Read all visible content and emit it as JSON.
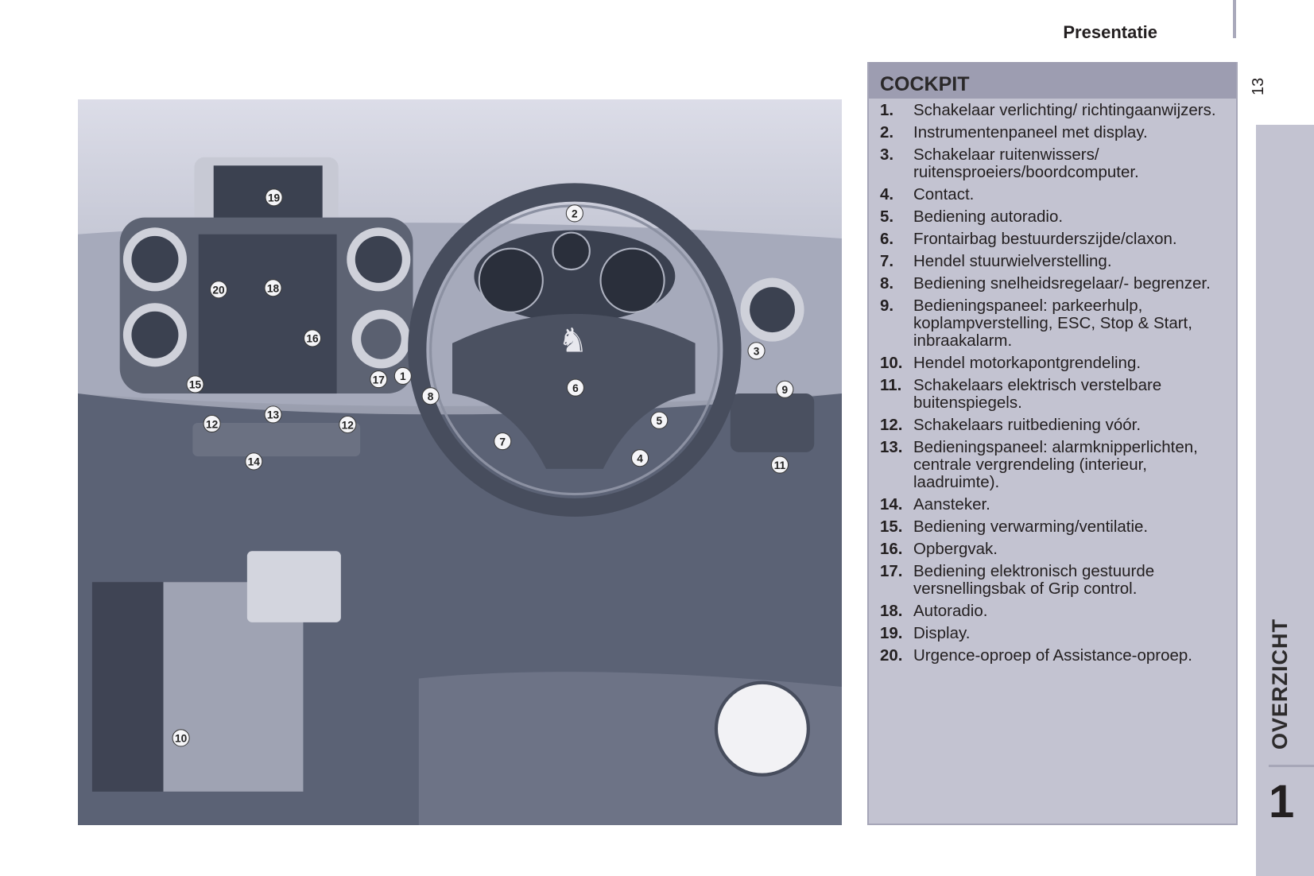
{
  "header": {
    "section": "Presentatie",
    "page_number": "13"
  },
  "chapter": {
    "name": "OVERZICHT",
    "number": "1"
  },
  "panel": {
    "title": "COCKPIT",
    "items": [
      {
        "n": "1.",
        "text": "Schakelaar verlichting/ richtingaanwijzers."
      },
      {
        "n": "2.",
        "text": "Instrumentenpaneel met display."
      },
      {
        "n": "3.",
        "text": "Schakelaar ruitenwissers/ ruitensproeiers/boordcomputer."
      },
      {
        "n": "4.",
        "text": "Contact."
      },
      {
        "n": "5.",
        "text": "Bediening autoradio."
      },
      {
        "n": "6.",
        "text": "Frontairbag bestuurderszijde/claxon."
      },
      {
        "n": "7.",
        "text": "Hendel stuurwielverstelling."
      },
      {
        "n": "8.",
        "text": "Bediening snelheidsregelaar/- begrenzer."
      },
      {
        "n": "9.",
        "text": "Bedieningspaneel: parkeerhulp, koplampverstelling, ESC, Stop & Start, inbraakalarm."
      },
      {
        "n": "10.",
        "text": "Hendel motorkapontgrendeling."
      },
      {
        "n": "11.",
        "text": "Schakelaars elektrisch verstelbare buitenspiegels."
      },
      {
        "n": "12.",
        "text": "Schakelaars ruitbediening vóór."
      },
      {
        "n": "13.",
        "text": "Bedieningspaneel: alarmknipperlichten, centrale vergrendeling (interieur, laadruimte)."
      },
      {
        "n": "14.",
        "text": "Aansteker."
      },
      {
        "n": "15.",
        "text": "Bediening verwarming/ventilatie."
      },
      {
        "n": "16.",
        "text": "Opbergvak."
      },
      {
        "n": "17.",
        "text": "Bediening elektronisch gestuurde versnellingsbak of Grip control."
      },
      {
        "n": "18.",
        "text": "Autoradio."
      },
      {
        "n": "19.",
        "text": "Display."
      },
      {
        "n": "20.",
        "text": "Urgence-oproep of Assistance-oproep."
      }
    ]
  },
  "callouts": [
    "19",
    "2",
    "20",
    "18",
    "16",
    "3",
    "1",
    "17",
    "15",
    "6",
    "9",
    "8",
    "13",
    "5",
    "12",
    "12",
    "7",
    "4",
    "14",
    "11",
    "10"
  ]
}
